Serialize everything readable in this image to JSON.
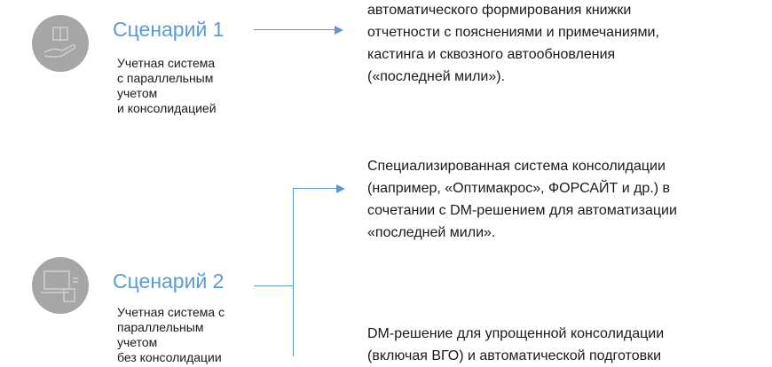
{
  "scenario1": {
    "title": "Сценарий 1",
    "description": [
      "Учетная система",
      "с параллельным",
      "учетом",
      "и консолидацией"
    ],
    "icon": "hand-with-box-icon"
  },
  "scenario2": {
    "title": "Сценарий 2",
    "description": [
      "Учетная система с",
      "параллельным",
      "учетом",
      "без консолидации"
    ],
    "icon": "laptop-with-document-icon"
  },
  "block1": {
    "lines": [
      "автоматического формирования книжки",
      "отчетности с пояснениями и примечаниями,",
      "кастинга и сквозного автообновления",
      "(«последней мили»)."
    ]
  },
  "block2": {
    "lines": [
      "Специализированная система консолидации",
      "(например, «Оптимакрос», ФОРСАЙТ и др.) в",
      "сочетании с DM-решением для автоматизации",
      "«последней мили»."
    ]
  },
  "block3": {
    "lines": [
      "DM-решение для упрощенной консолидации",
      "(включая ВГО) и автоматической подготовки"
    ]
  },
  "colors": {
    "accent": "#5b9bd5",
    "icon_bg": "#a6a6a6"
  }
}
